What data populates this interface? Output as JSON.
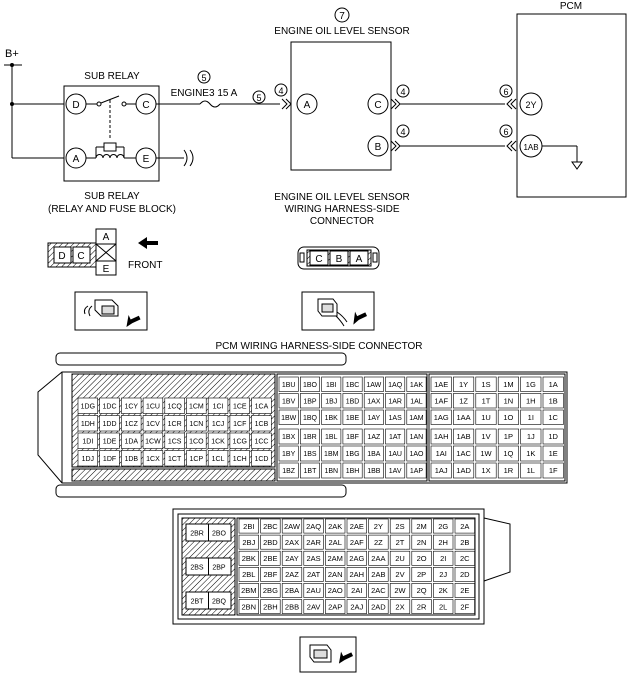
{
  "labels": {
    "b_plus": "B+",
    "sub_relay": "SUB RELAY",
    "sub_relay_caption_1": "SUB RELAY",
    "sub_relay_caption_2": "(RELAY AND FUSE BLOCK)",
    "fuse_num": "5",
    "fuse_name": "ENGINE3 15 A",
    "wire_num_a": "5",
    "wire_num_b": "4",
    "sensor_num": "7",
    "sensor_title": "ENGINE OIL LEVEL SENSOR",
    "sensor_wire_c": "4",
    "sensor_wire_b": "4",
    "pcm_wire_2y": "6",
    "pcm_wire_1ab": "6",
    "pcm_title": "PCM",
    "harness_1": "ENGINE OIL LEVEL SENSOR",
    "harness_2": "WIRING HARNESS-SIDE",
    "harness_3": "CONNECTOR",
    "front": "FRONT",
    "pcm_connector_title": "PCM WIRING HARNESS-SIDE CONNECTOR"
  },
  "relay_pins": {
    "d": "D",
    "c": "C",
    "a": "A",
    "e": "E"
  },
  "sensor_pins": {
    "a": "A",
    "c": "C",
    "b": "B"
  },
  "pcm_pins": {
    "p2y": "2Y",
    "p1ab": "1AB"
  },
  "relay_conn": {
    "a": "A",
    "d": "D",
    "c": "C",
    "e": "E"
  },
  "sensor_conn": [
    "C",
    "B",
    "A"
  ],
  "pcm_block_left": [
    [
      "1DG",
      "1DC",
      "1CY",
      "1CU",
      "1CQ",
      "1CM",
      "1CI",
      "1CE",
      "1CA"
    ],
    [
      "1DH",
      "1DD",
      "1CZ",
      "1CV",
      "1CR",
      "1CN",
      "1CJ",
      "1CF",
      "1CB"
    ],
    [
      "1DI",
      "1DE",
      "1DA",
      "1CW",
      "1CS",
      "1CO",
      "1CK",
      "1CG",
      "1CC"
    ],
    [
      "1DJ",
      "1DF",
      "1DB",
      "1CX",
      "1CT",
      "1CP",
      "1CL",
      "1CH",
      "1CD"
    ]
  ],
  "pcm_block_mid_top": [
    [
      "1BU",
      "1BO",
      "1BI",
      "1BC",
      "1AW",
      "1AQ",
      "1AK"
    ],
    [
      "1BV",
      "1BP",
      "1BJ",
      "1BD",
      "1AX",
      "1AR",
      "1AL"
    ],
    [
      "1BW",
      "1BQ",
      "1BK",
      "1BE",
      "1AY",
      "1AS",
      "1AM"
    ]
  ],
  "pcm_block_mid_bot": [
    [
      "1BX",
      "1BR",
      "1BL",
      "1BF",
      "1AZ",
      "1AT",
      "1AN"
    ],
    [
      "1BY",
      "1BS",
      "1BM",
      "1BG",
      "1BA",
      "1AU",
      "1AO"
    ],
    [
      "1BZ",
      "1BT",
      "1BN",
      "1BH",
      "1BB",
      "1AV",
      "1AP"
    ]
  ],
  "pcm_block_right_top": [
    [
      "1AE",
      "1Y",
      "1S",
      "1M",
      "1G",
      "1A"
    ],
    [
      "1AF",
      "1Z",
      "1T",
      "1N",
      "1H",
      "1B"
    ],
    [
      "1AG",
      "1AA",
      "1U",
      "1O",
      "1I",
      "1C"
    ]
  ],
  "pcm_block_right_bot": [
    [
      "1AH",
      "1AB",
      "1V",
      "1P",
      "1J",
      "1D"
    ],
    [
      "1AI",
      "1AC",
      "1W",
      "1Q",
      "1K",
      "1E"
    ],
    [
      "1AJ",
      "1AD",
      "1X",
      "1R",
      "1L",
      "1F"
    ]
  ],
  "pcm2_left": [
    [
      "2BR",
      "2BO"
    ],
    [
      "2BS",
      "2BP"
    ],
    [
      "2BT",
      "2BQ"
    ]
  ],
  "pcm2_right": [
    [
      "2BI",
      "2BC",
      "2AW",
      "2AQ",
      "2AK",
      "2AE",
      "2Y",
      "2S",
      "2M",
      "2G",
      "2A"
    ],
    [
      "2BJ",
      "2BD",
      "2AX",
      "2AR",
      "2AL",
      "2AF",
      "2Z",
      "2T",
      "2N",
      "2H",
      "2B"
    ],
    [
      "2BK",
      "2BE",
      "2AY",
      "2AS",
      "2AM",
      "2AG",
      "2AA",
      "2U",
      "2O",
      "2I",
      "2C"
    ],
    [
      "2BL",
      "2BF",
      "2AZ",
      "2AT",
      "2AN",
      "2AH",
      "2AB",
      "2V",
      "2P",
      "2J",
      "2D"
    ],
    [
      "2BM",
      "2BG",
      "2BA",
      "2AU",
      "2AO",
      "2AI",
      "2AC",
      "2W",
      "2Q",
      "2K",
      "2E"
    ],
    [
      "2BN",
      "2BH",
      "2BB",
      "2AV",
      "2AP",
      "2AJ",
      "2AD",
      "2X",
      "2R",
      "2L",
      "2F"
    ]
  ]
}
